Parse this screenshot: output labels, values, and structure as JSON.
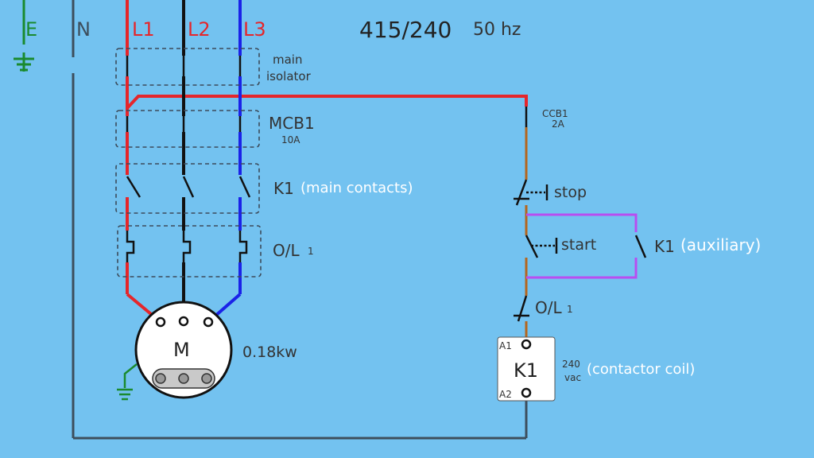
{
  "colors": {
    "background": "#73c2f0",
    "phase_l1": "#e5262b",
    "phase_l2": "#111111",
    "phase_l3": "#1a22e8",
    "neutral": "#3d4e5c",
    "earth": "#1a8a2e",
    "control": "#b5651d",
    "auxiliary": "#b84ef0",
    "label_white": "#ffffff",
    "label_dark": "#333333"
  },
  "header": {
    "earth": "E",
    "neutral": "N",
    "l1": "L1",
    "l2": "L2",
    "l3": "L3",
    "voltage": "415/240",
    "frequency": "50 hz"
  },
  "labels": {
    "main_isolator_line1": "main",
    "main_isolator_line2": "isolator",
    "mcb1": "MCB1",
    "mcb1_rating": "10A",
    "k1": "K1",
    "main_contacts": "(main contacts)",
    "overload": "O/L",
    "overload_num": "1",
    "ccb1": "CCB1",
    "ccb1_rating": "2A",
    "stop": "stop",
    "start": "start",
    "k1_aux": "K1",
    "auxiliary": "(auxiliary)",
    "ol_control": "O/L",
    "ol_control_num": "1",
    "coil_a1": "A1",
    "coil_a2": "A2",
    "coil_k1": "K1",
    "coil_voltage": "240",
    "coil_voltage_unit": "vac",
    "contactor_coil": "(contactor coil)",
    "motor": "M",
    "motor_power": "0.18kw"
  }
}
